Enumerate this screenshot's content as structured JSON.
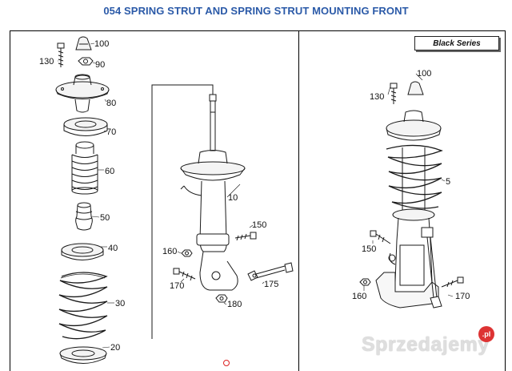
{
  "title": "054 SPRING STRUT AND SPRING STRUT MOUNTING FRONT",
  "badge": "Black Series",
  "watermark": {
    "text": "Sprzedajemy",
    "suffix": ".pl"
  },
  "left_labels": {
    "l100": "100",
    "l130": "130",
    "l90": "90",
    "l80": "80",
    "l70": "70",
    "l60": "60",
    "l50": "50",
    "l40": "40",
    "l30": "30",
    "l20": "20",
    "l10": "10",
    "l150": "150",
    "l160": "160",
    "l170": "170",
    "l175": "175",
    "l180": "180"
  },
  "right_labels": {
    "r100": "100",
    "r130": "130",
    "r5": "5",
    "r150": "150",
    "r160": "160",
    "r170": "170"
  }
}
